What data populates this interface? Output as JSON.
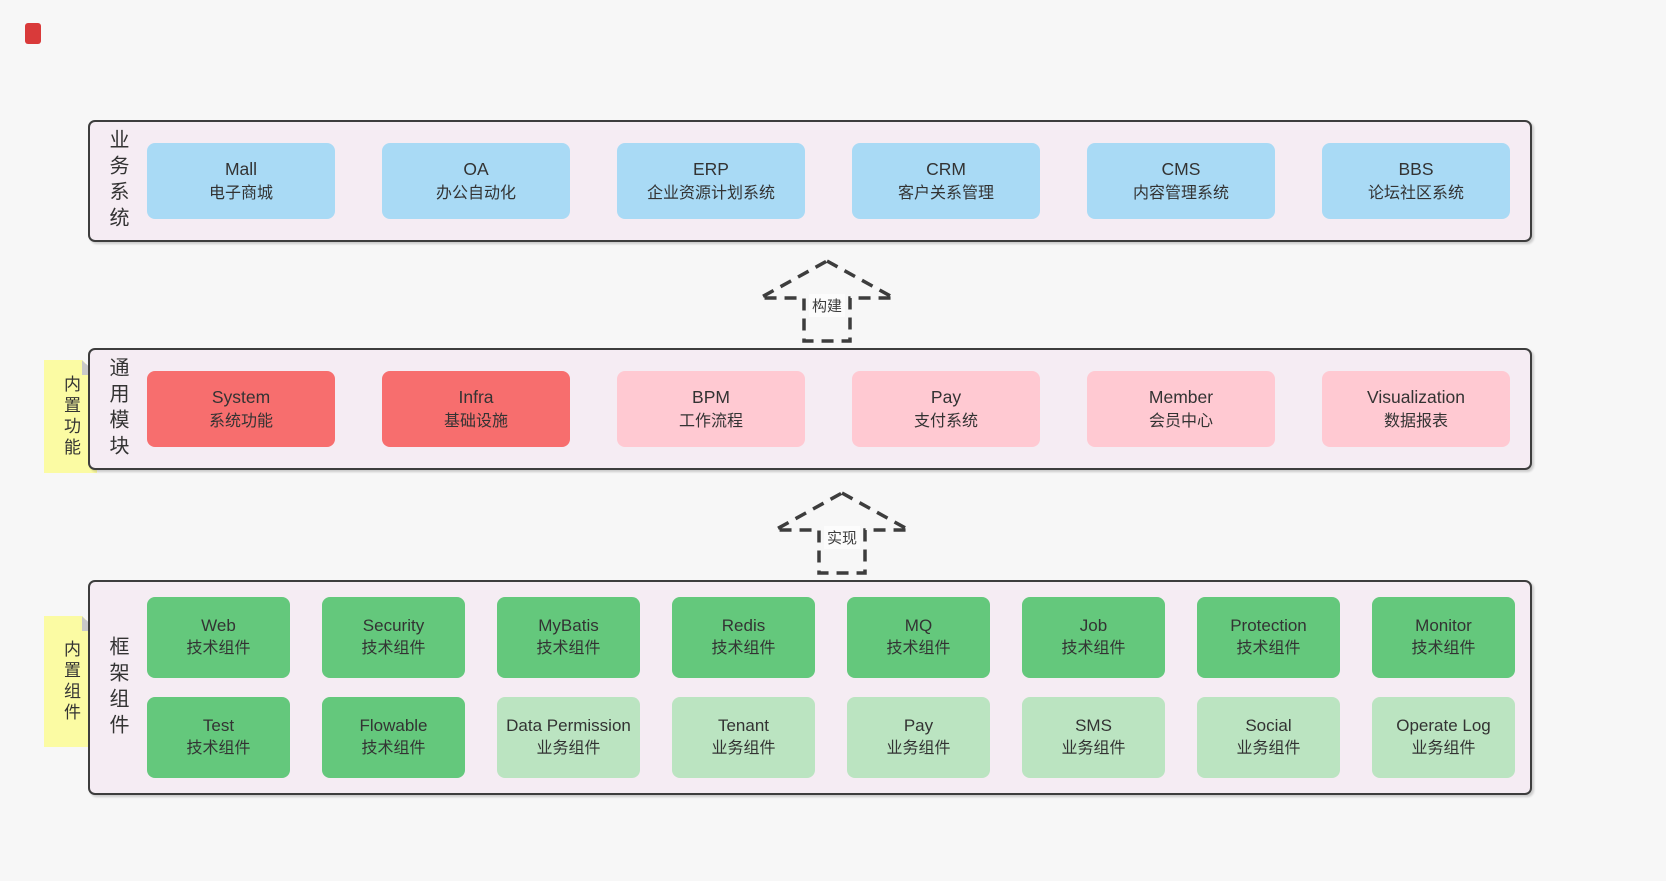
{
  "colors": {
    "page_bg": "#f7f7f7",
    "panel_bg": "#f5ecf3",
    "panel_border": "#3d3d3d",
    "text": "#333333",
    "blue": "#a9daf5",
    "red": "#f76e6e",
    "pink": "#ffc9d2",
    "green": "#64c87c",
    "lightgreen": "#bbe4c1",
    "tag_yellow": "#fbfba3",
    "tag_fold": "#c9c9c9",
    "marker_red": "#d93a3a"
  },
  "arrows": [
    {
      "label": "构建"
    },
    {
      "label": "实现"
    }
  ],
  "layers": [
    {
      "id": "business-systems",
      "label": "业务系统",
      "boxes": [
        {
          "title": "Mall",
          "subtitle": "电子商城",
          "variant": "blue"
        },
        {
          "title": "OA",
          "subtitle": "办公自动化",
          "variant": "blue"
        },
        {
          "title": "ERP",
          "subtitle": "企业资源计划系统",
          "variant": "blue"
        },
        {
          "title": "CRM",
          "subtitle": "客户关系管理",
          "variant": "blue"
        },
        {
          "title": "CMS",
          "subtitle": "内容管理系统",
          "variant": "blue"
        },
        {
          "title": "BBS",
          "subtitle": "论坛社区系统",
          "variant": "blue"
        }
      ]
    },
    {
      "id": "common-modules",
      "label": "通用模块",
      "tag": "内置功能",
      "boxes": [
        {
          "title": "System",
          "subtitle": "系统功能",
          "variant": "red"
        },
        {
          "title": "Infra",
          "subtitle": "基础设施",
          "variant": "red"
        },
        {
          "title": "BPM",
          "subtitle": "工作流程",
          "variant": "pink"
        },
        {
          "title": "Pay",
          "subtitle": "支付系统",
          "variant": "pink"
        },
        {
          "title": "Member",
          "subtitle": "会员中心",
          "variant": "pink"
        },
        {
          "title": "Visualization",
          "subtitle": "数据报表",
          "variant": "pink"
        }
      ]
    },
    {
      "id": "framework-components",
      "label": "框架组件",
      "tag": "内置组件",
      "rows": [
        [
          {
            "title": "Web",
            "subtitle": "技术组件",
            "variant": "green"
          },
          {
            "title": "Security",
            "subtitle": "技术组件",
            "variant": "green"
          },
          {
            "title": "MyBatis",
            "subtitle": "技术组件",
            "variant": "green"
          },
          {
            "title": "Redis",
            "subtitle": "技术组件",
            "variant": "green"
          },
          {
            "title": "MQ",
            "subtitle": "技术组件",
            "variant": "green"
          },
          {
            "title": "Job",
            "subtitle": "技术组件",
            "variant": "green"
          },
          {
            "title": "Protection",
            "subtitle": "技术组件",
            "variant": "green"
          },
          {
            "title": "Monitor",
            "subtitle": "技术组件",
            "variant": "green"
          }
        ],
        [
          {
            "title": "Test",
            "subtitle": "技术组件",
            "variant": "green"
          },
          {
            "title": "Flowable",
            "subtitle": "技术组件",
            "variant": "green"
          },
          {
            "title": "Data Permission",
            "subtitle": "业务组件",
            "variant": "lightgreen"
          },
          {
            "title": "Tenant",
            "subtitle": "业务组件",
            "variant": "lightgreen"
          },
          {
            "title": "Pay",
            "subtitle": "业务组件",
            "variant": "lightgreen"
          },
          {
            "title": "SMS",
            "subtitle": "业务组件",
            "variant": "lightgreen"
          },
          {
            "title": "Social",
            "subtitle": "业务组件",
            "variant": "lightgreen"
          },
          {
            "title": "Operate Log",
            "subtitle": "业务组件",
            "variant": "lightgreen"
          }
        ]
      ]
    }
  ]
}
